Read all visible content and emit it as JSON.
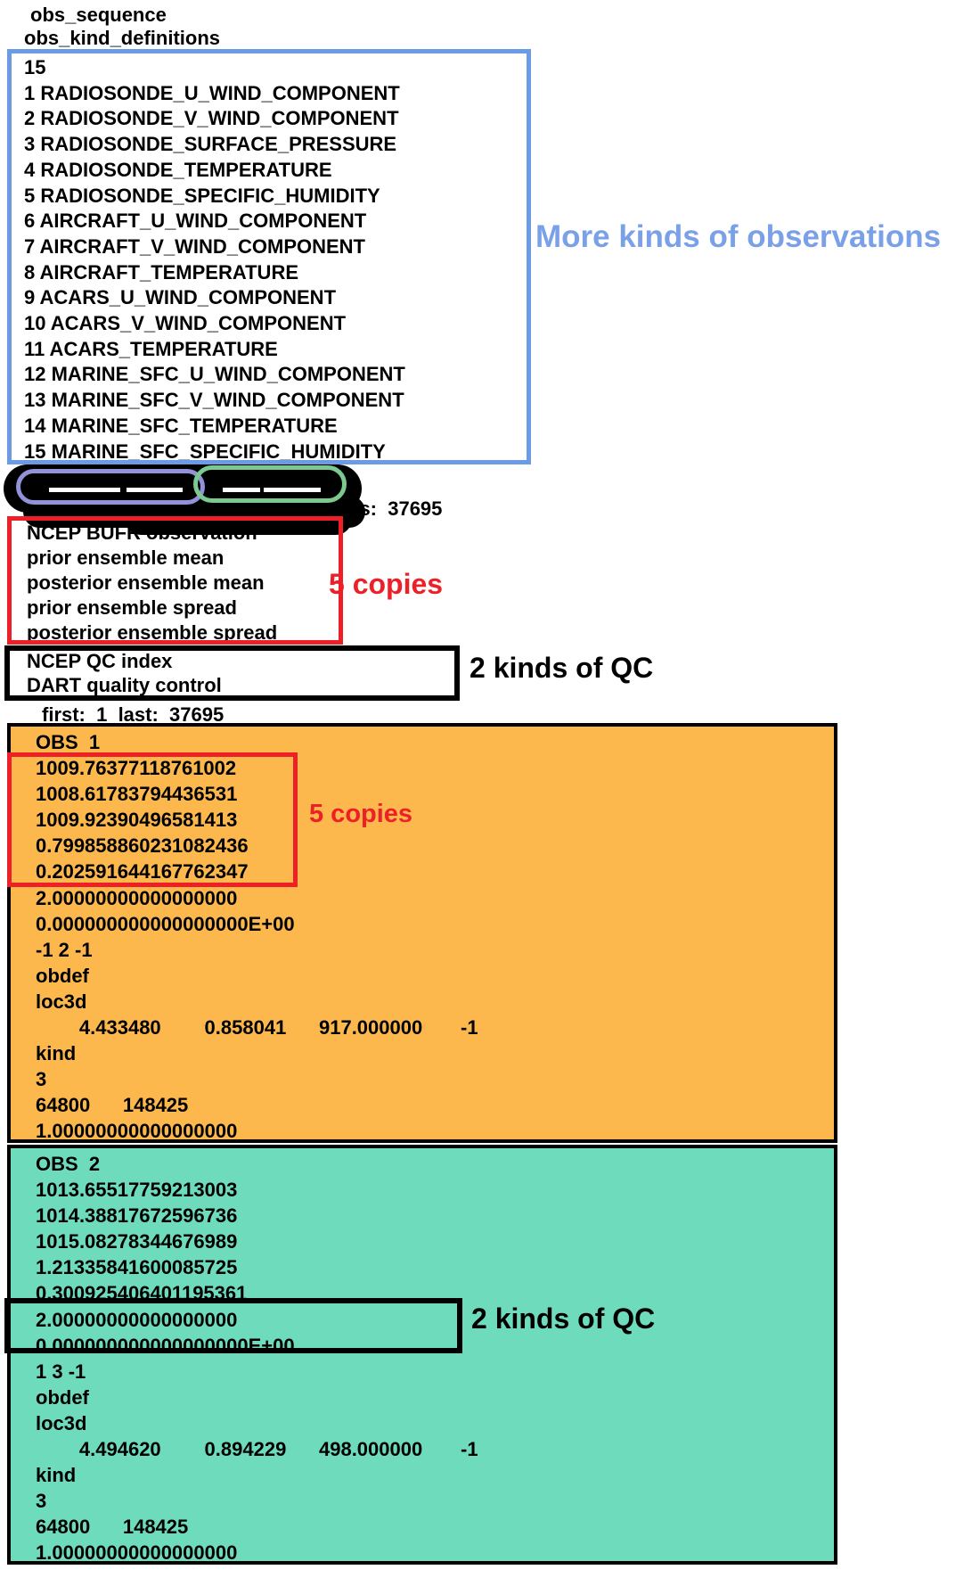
{
  "header": {
    "line1": "obs_sequence",
    "line2": "obs_kind_definitions"
  },
  "kinds_box": {
    "lines": [
      "15",
      "1 RADIOSONDE_U_WIND_COMPONENT",
      "2 RADIOSONDE_V_WIND_COMPONENT",
      "3 RADIOSONDE_SURFACE_PRESSURE",
      "4 RADIOSONDE_TEMPERATURE",
      "5 RADIOSONDE_SPECIFIC_HUMIDITY",
      "6 AIRCRAFT_U_WIND_COMPONENT",
      "7 AIRCRAFT_V_WIND_COMPONENT",
      "8 AIRCRAFT_TEMPERATURE",
      "9 ACARS_U_WIND_COMPONENT",
      "10 ACARS_V_WIND_COMPONENT",
      "11 ACARS_TEMPERATURE",
      "12 MARINE_SFC_U_WIND_COMPONENT",
      "13 MARINE_SFC_V_WIND_COMPONENT",
      "14 MARINE_SFC_TEMPERATURE",
      "15 MARINE_SFC_SPECIFIC_HUMIDITY"
    ],
    "annotation": "More kinds of observations"
  },
  "redaction": {
    "visible_fragment": "os:  37695"
  },
  "copies_section": {
    "lines": [
      "NCEP BUFR observation",
      "prior ensemble mean",
      "posterior ensemble mean",
      "prior ensemble spread",
      "posterior ensemble spread"
    ],
    "annotation": "5 copies"
  },
  "qc_section": {
    "lines": [
      "NCEP QC index",
      "DART quality control"
    ],
    "annotation": "2 kinds of QC"
  },
  "first_last": "first:  1  last:  37695",
  "obs1": {
    "lines": [
      "OBS  1",
      "1009.76377118761002",
      "1008.61783794436531",
      "1009.92390496581413",
      "0.799858860231082436",
      "0.202591644167762347",
      "2.00000000000000000",
      "0.000000000000000000E+00",
      "-1 2 -1",
      "obdef",
      "loc3d",
      "        4.433480        0.858041      917.000000       -1",
      "kind",
      "3",
      "64800      148425",
      "1.00000000000000000"
    ],
    "copies_annotation": "5 copies"
  },
  "obs2": {
    "lines": [
      "OBS  2",
      "1013.65517759213003",
      "1014.38817672596736",
      "1015.08278344676989",
      "1.21335841600085725",
      "0.300925406401195361",
      "2.00000000000000000",
      "0.000000000000000000E+00",
      "1 3 -1",
      "obdef",
      "loc3d",
      "        4.494620        0.894229      498.000000       -1",
      "kind",
      "3",
      "64800      148425",
      "1.00000000000000000"
    ],
    "qc_annotation": "2 kinds of QC"
  },
  "colors": {
    "blue_border": "#6c9be6",
    "blue_text": "#7aa1e8",
    "red": "#ee2027",
    "orange_fill": "#fdb84d",
    "green_fill": "#6edcbc",
    "purple_oval": "#9292da",
    "green_oval": "#7cc98f"
  }
}
